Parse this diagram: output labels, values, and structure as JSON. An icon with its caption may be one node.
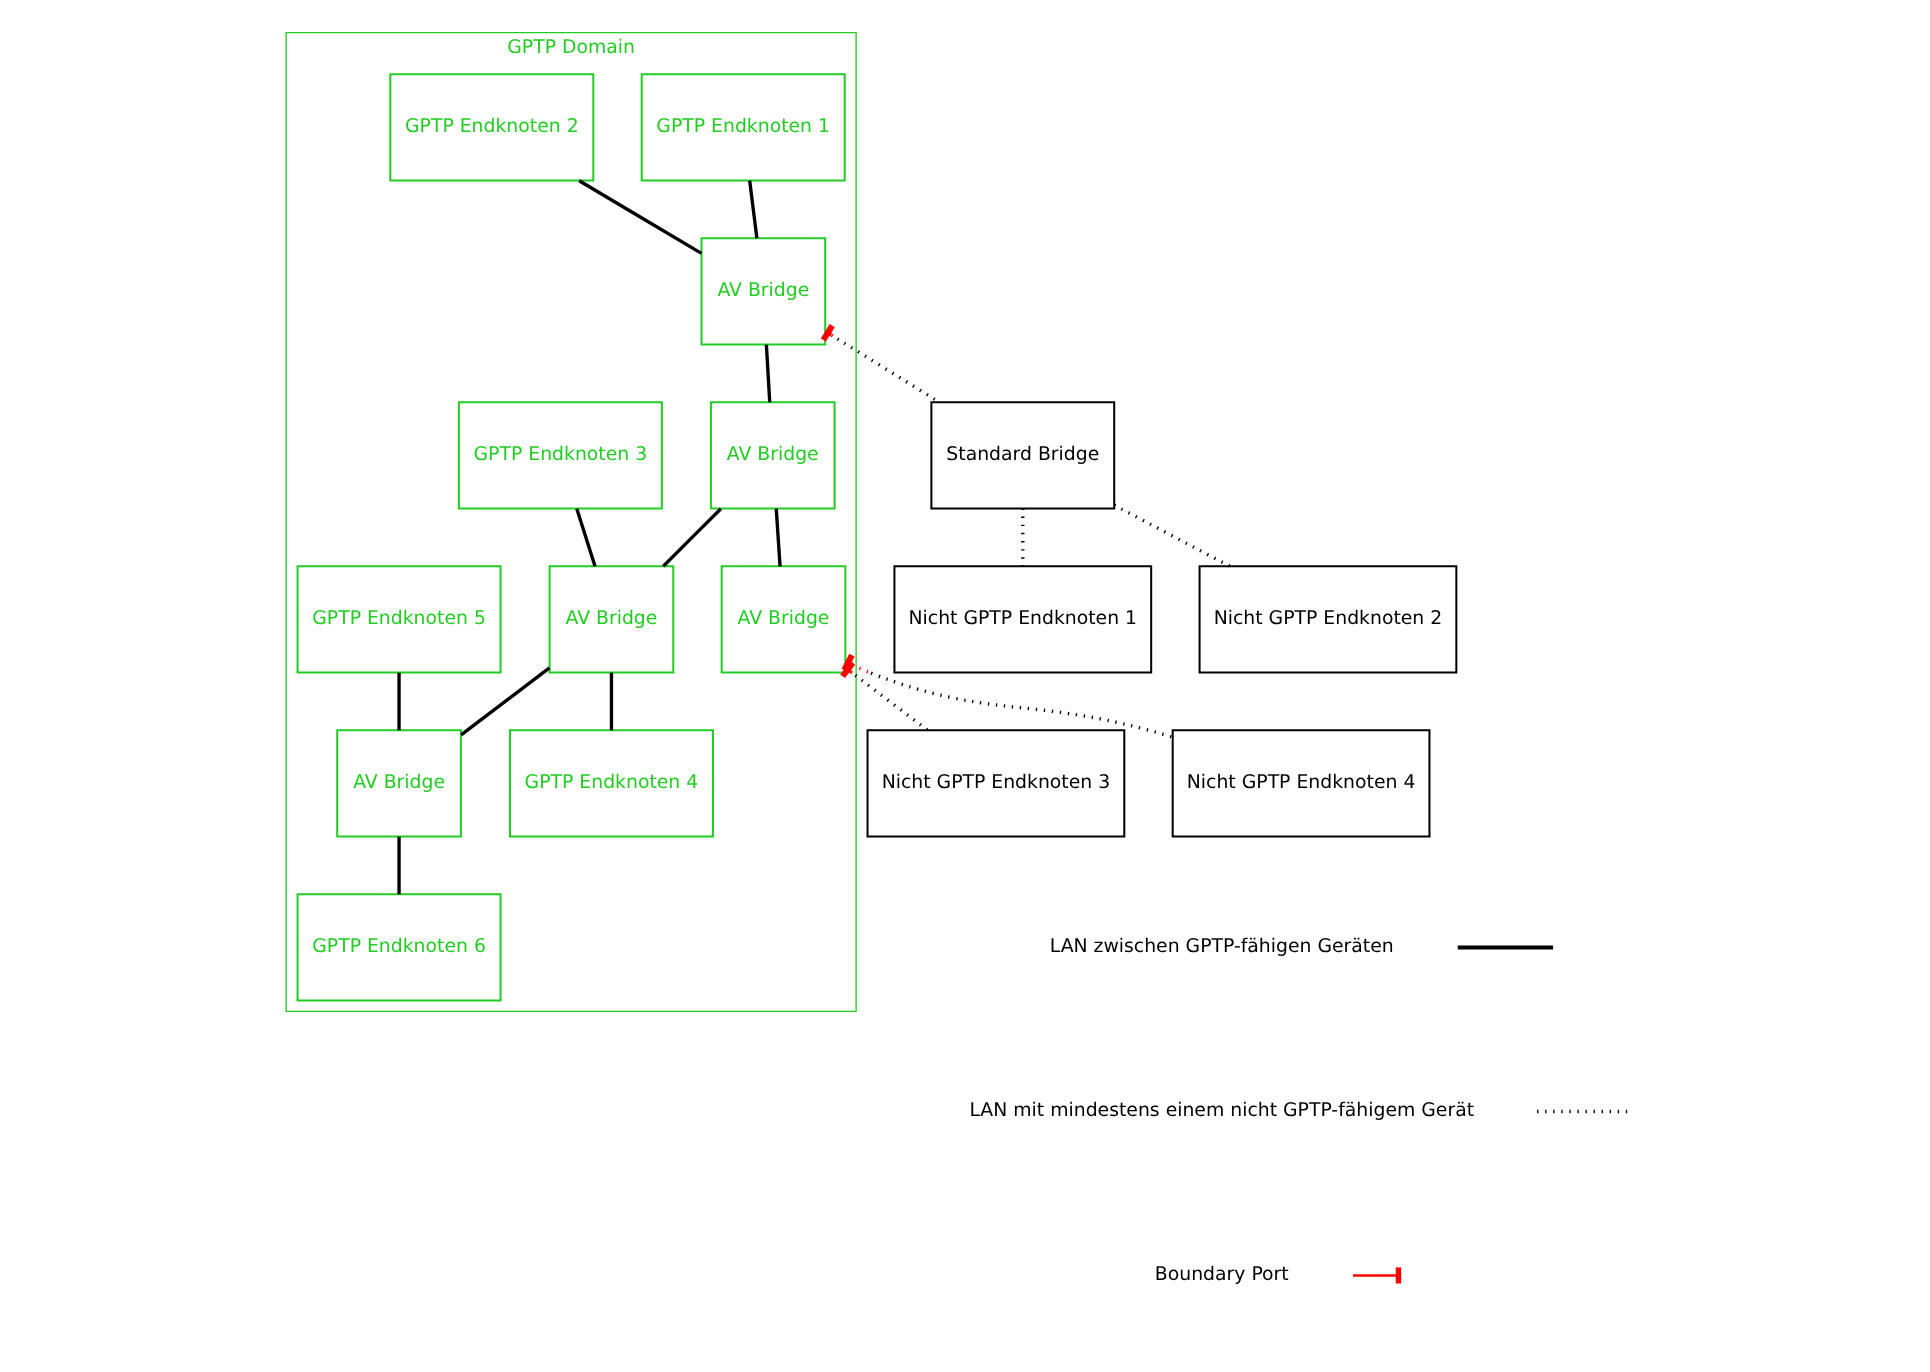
{
  "diagram": {
    "nodes": [
      {
        "text": [
          "GPTP Domain"
        ]
      },
      {
        "text": [
          "GPTP Endknoten 1"
        ],
        "in": 0
      },
      {
        "text": [
          "AV Bridge"
        ],
        "in": 0
      },
      {
        "text": [
          "GPTP Endknoten 2"
        ],
        "in": 0
      },
      {
        "text": [
          "AV Bridge"
        ],
        "in": 0
      },
      {
        "text": [
          "GPTP Endknoten 3"
        ],
        "in": 0
      },
      {
        "text": [
          "AV Bridge"
        ],
        "in": 0
      },
      {
        "text": [
          "GPTP Endknoten 5"
        ],
        "in": 0
      },
      {
        "text": [
          "AV Bridge"
        ],
        "in": 0
      },
      {
        "text": [
          "GPTP Endknoten 4"
        ],
        "in": 0
      },
      {
        "text": [
          "GPTP Endknoten 6"
        ],
        "in": 0
      },
      {
        "text": [
          "AV Bridge"
        ],
        "in": 0
      },
      {
        "text": [
          "Standard Bridge"
        ]
      },
      {
        "text": [
          "Nicht GPTP Endknoten 1"
        ]
      },
      {
        "text": [
          "Nicht GPTP Endknoten 2"
        ]
      },
      {
        "text": [
          "Nicht GPTP Endknoten 3"
        ]
      },
      {
        "text": [
          "Nicht GPTP Endknoten 4"
        ]
      }
    ],
    "edges": [
      {
        "from": 1,
        "to": 2,
        "arrow": "none"
      },
      {
        "from": 3,
        "to": 2,
        "arrow": "none"
      },
      {
        "from": 2,
        "to": 4,
        "arrow": "none"
      },
      {
        "from": 4,
        "to": 6,
        "arrow": "none"
      },
      {
        "from": 5,
        "to": 6,
        "arrow": "none"
      },
      {
        "from": 6,
        "to": 8,
        "arrow": "none"
      },
      {
        "from": 7,
        "to": 8,
        "arrow": "none"
      },
      {
        "from": 6,
        "to": 9,
        "arrow": "none"
      },
      {
        "from": 8,
        "to": 10,
        "arrow": "none"
      },
      {
        "from": 4,
        "to": 11,
        "arrow": "none"
      },
      {
        "from": 2,
        "to": 12,
        "arrow": "other",
        "style": "dashed"
      },
      {
        "from": 12,
        "to": 13,
        "arrow": "none",
        "style": "dashed"
      },
      {
        "from": 12,
        "to": 14,
        "arrow": "none",
        "style": "dashed"
      },
      {
        "from": 11,
        "to": 15,
        "arrow": "other",
        "style": "dashed"
      },
      {
        "from": 11,
        "to": 16,
        "arrow": "other",
        "style": "dashed"
      }
    ],
    "legend": [
      {
        "text": "LAN zwischen GPTP-fähigen Geräten"
      },
      {
        "text": "LAN mit mindestens einem nicht GPTP-fähigem Gerät"
      },
      {
        "text": "Boundary Port"
      }
    ]
  }
}
